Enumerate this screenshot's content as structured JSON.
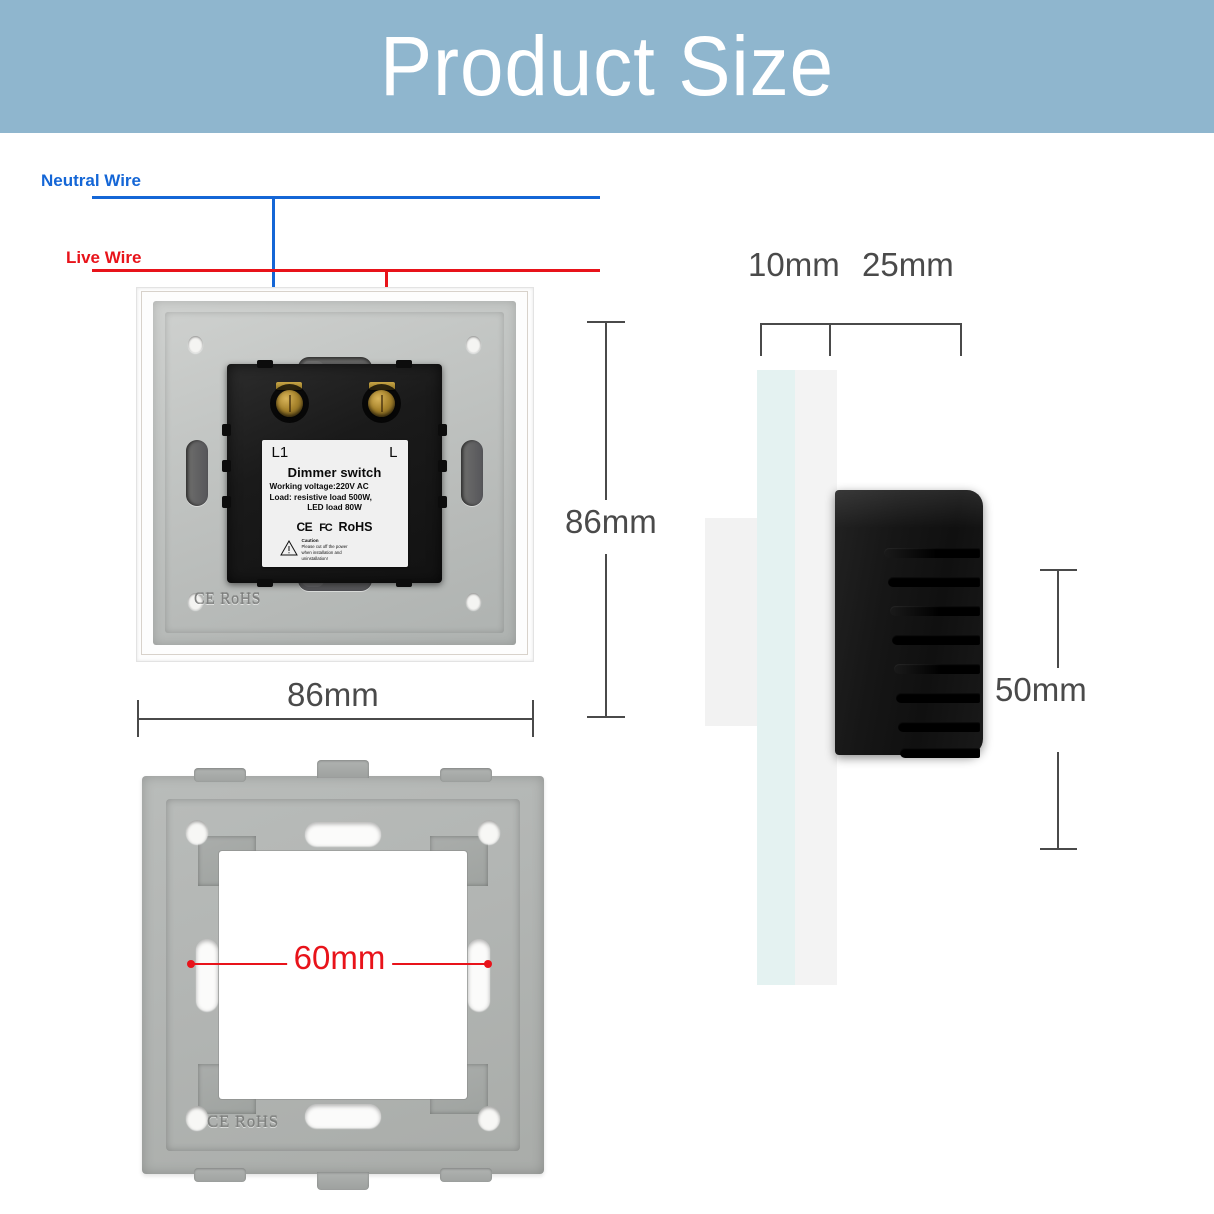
{
  "header": {
    "title": "Product Size",
    "background_color": "#8fb6ce",
    "text_color": "#ffffff"
  },
  "annotations": {
    "neutral_wire_label": "Neutral Wire",
    "neutral_wire_color": "#1466d6",
    "live_wire_label": "Live Wire",
    "live_wire_color": "#e8131a"
  },
  "front_view": {
    "terminal_left": "L1",
    "terminal_right": "L",
    "product_name": "Dimmer switch",
    "spec_line_1": "Working voltage:220V AC",
    "spec_line_2": "Load: resistive load 500W,",
    "spec_line_3": "LED load 80W",
    "cert_ce": "CE",
    "cert_fcc": "FC",
    "cert_rohs": "RoHS",
    "caution_heading": "Caution",
    "caution_line_1": "Please cut off the power",
    "caution_line_2": "when installation and",
    "caution_line_3": "uninstallation!",
    "embossed_mark": "CE RoHS"
  },
  "dimensions": {
    "width": "86mm",
    "height": "86mm",
    "glass_thickness": "10mm",
    "body_depth": "25mm",
    "body_height": "50mm",
    "mount_hole_spacing": "60mm",
    "line_color": "#4a4a4a",
    "highlight_color": "#e8131a"
  },
  "mount_frame": {
    "embossed_mark": "CE RoHS"
  }
}
